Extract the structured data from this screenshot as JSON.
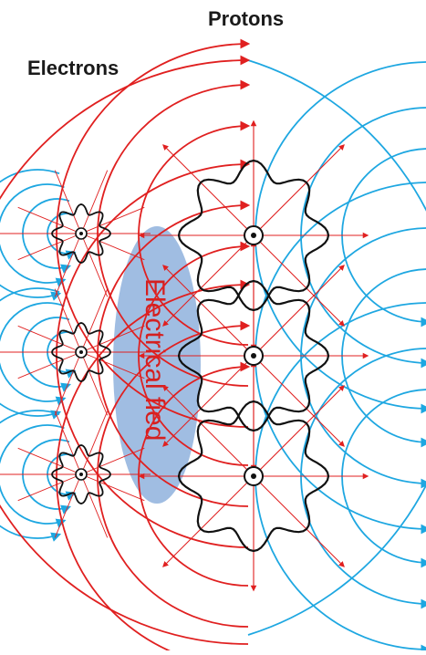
{
  "labels": {
    "protons": "Protons",
    "electrons": "Electrons",
    "electrical_field": "Electrical fied"
  },
  "colors": {
    "positive_field_lines": "#e02020",
    "negative_field_lines": "#1ea7e1",
    "field_region": "#8fb1dd",
    "particle_outline": "#111111"
  },
  "particles": {
    "protons": [
      "proton",
      "proton",
      "proton"
    ],
    "electrons": [
      "electron",
      "electron",
      "electron"
    ]
  }
}
